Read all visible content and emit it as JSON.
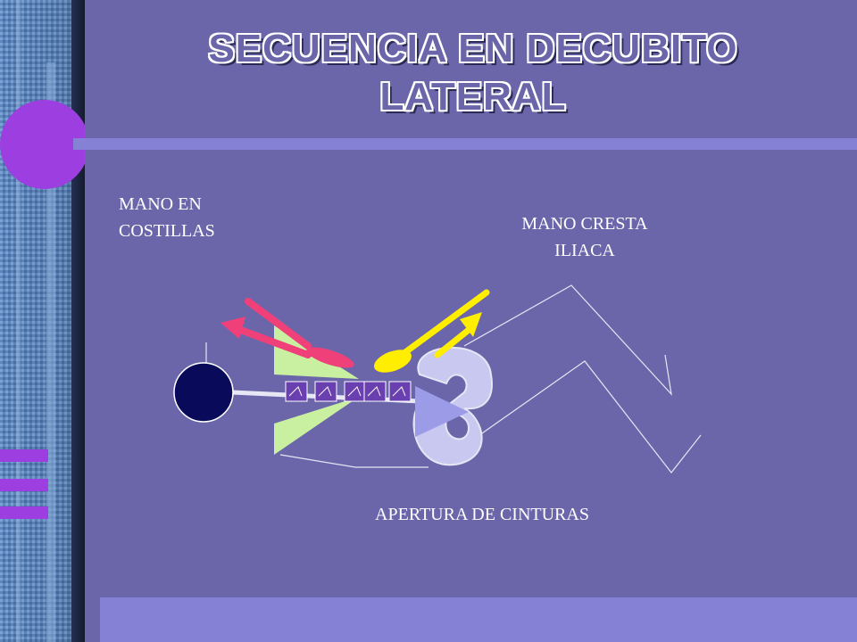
{
  "title": {
    "line1": "SECUENCIA EN DECUBITO",
    "line2": "LATERAL"
  },
  "labels": {
    "mano_costillas_line1": "MANO EN",
    "mano_costillas_line2": "COSTILLAS",
    "mano_cresta_line1": "MANO CRESTA",
    "mano_cresta_line2": "ILIACA",
    "apertura": "APERTURA DE CINTURAS"
  },
  "colors": {
    "background": "#6b66aa",
    "accent_band": "#8582d6",
    "head": "#0a0a5a",
    "trunk_triangles": "#c8f0a0",
    "pelvis": "#c8c8f0",
    "vertebrae": "#6a3fb0",
    "arrow_pink": "#f0407a",
    "arrow_yellow": "#ffee00",
    "legs": "#e6e6f5"
  }
}
